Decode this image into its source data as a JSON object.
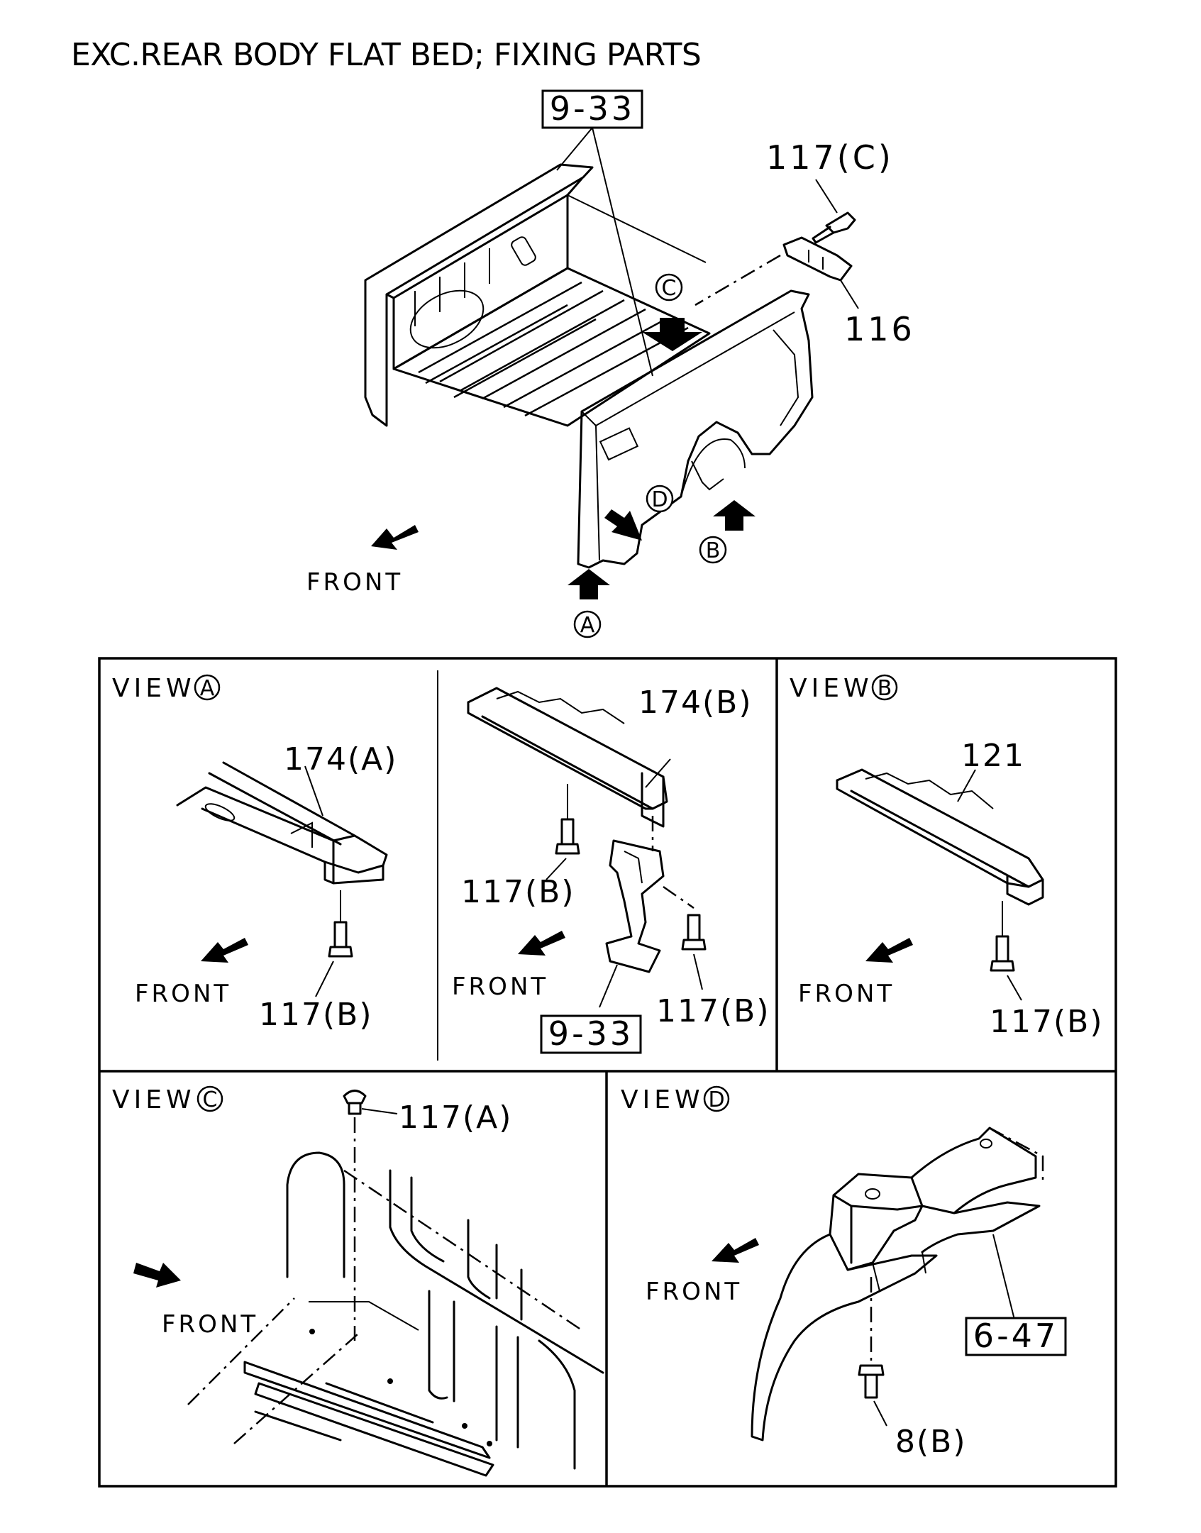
{
  "title": "EXC.REAR BODY FLAT BED; FIXING PARTS",
  "main": {
    "ref_box": "9-33",
    "labels": {
      "p117c": "117(C)",
      "p116": "116",
      "front": "FRONT"
    },
    "markers": {
      "a": "A",
      "b": "B",
      "c": "C",
      "d": "D"
    }
  },
  "panels": {
    "view_a": {
      "view_word": "VIEW",
      "marker": "A",
      "labels": {
        "part": "174(A)",
        "bolt": "117(B)",
        "front": "FRONT"
      }
    },
    "view_a_detail": {
      "labels": {
        "part": "174(B)",
        "bolt_left": "117(B)",
        "bolt_right": "117(B)",
        "front": "FRONT",
        "ref_box": "9-33"
      }
    },
    "view_b": {
      "view_word": "VIEW",
      "marker": "B",
      "labels": {
        "part": "121",
        "bolt": "117(B)",
        "front": "FRONT"
      }
    },
    "view_c": {
      "view_word": "VIEW",
      "marker": "C",
      "labels": {
        "bolt": "117(A)",
        "front": "FRONT"
      }
    },
    "view_d": {
      "view_word": "VIEW",
      "marker": "D",
      "labels": {
        "ref_box": "6-47",
        "bolt": "8(B)",
        "front": "FRONT"
      }
    }
  }
}
